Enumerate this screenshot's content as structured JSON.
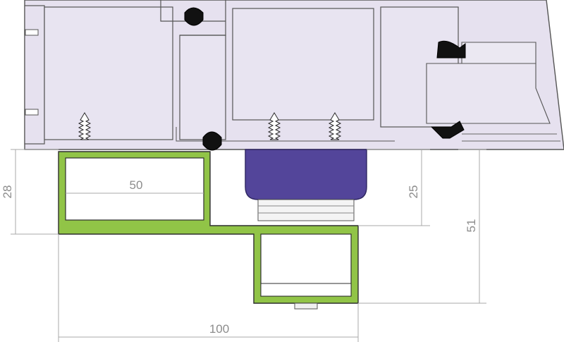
{
  "drawing": {
    "colors": {
      "frame_fill": "#e6e1ef",
      "adaptor_profile": "#91c447",
      "gasket_block": "#53459a",
      "seals": "#111111"
    },
    "dimensions": {
      "left_height": "28",
      "inner_width": "50",
      "mid_height": "25",
      "right_height": "51",
      "total_width": "100"
    }
  }
}
